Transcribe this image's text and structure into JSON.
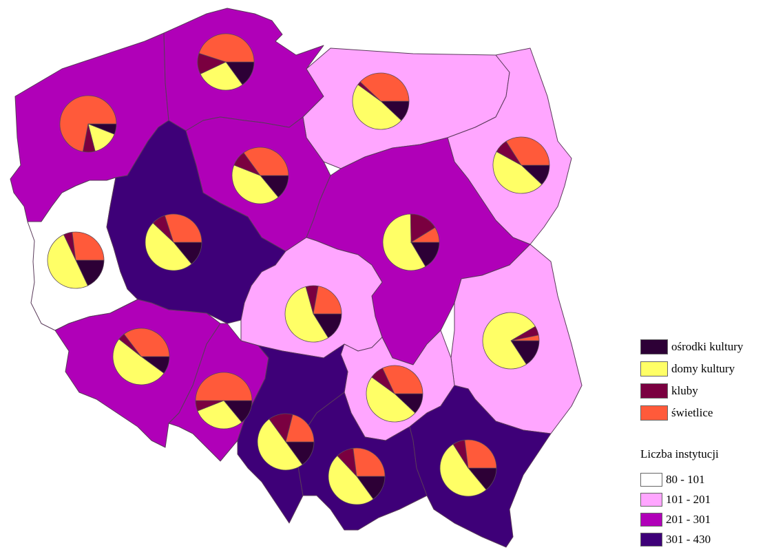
{
  "colors": {
    "osrodki": "#2d0036",
    "domy": "#ffff66",
    "kluby": "#7a0040",
    "swietlice": "#ff5a3a",
    "class_80_101": "#ffffff",
    "class_101_201": "#ffa6ff",
    "class_201_301": "#b000b8",
    "class_301_430": "#3e0078",
    "border": "#5a3a5a"
  },
  "legend": {
    "categories": [
      {
        "label": "ośrodki kultury",
        "color": "#2d0036"
      },
      {
        "label": "domy kultury",
        "color": "#ffff66"
      },
      {
        "label": "kluby",
        "color": "#7a0040"
      },
      {
        "label": "świetlice",
        "color": "#ff5a3a"
      }
    ],
    "title": "Liczba instytucji",
    "classes": [
      {
        "label": "80 - 101",
        "color": "#ffffff"
      },
      {
        "label": "101 - 201",
        "color": "#ffa6ff"
      },
      {
        "label": "201 - 301",
        "color": "#b000b8"
      },
      {
        "label": "301 - 430",
        "color": "#3e0078"
      }
    ]
  },
  "regions": [
    {
      "id": "zachodniopomorskie",
      "class": "201 - 301",
      "color": "#b000b8",
      "pie": [
        0.06,
        0.15,
        0.07,
        0.72
      ],
      "pie_start": 90
    },
    {
      "id": "pomorskie",
      "class": "201 - 301",
      "color": "#b000b8",
      "pie": [
        0.15,
        0.28,
        0.12,
        0.45
      ],
      "pie_start": 90
    },
    {
      "id": "warminsko-mazurskie",
      "class": "101 - 201",
      "color": "#ffa6ff",
      "pie": [
        0.12,
        0.48,
        0.02,
        0.38
      ],
      "pie_start": 90
    },
    {
      "id": "podlaskie",
      "class": "101 - 201",
      "color": "#ffa6ff",
      "pie": [
        0.12,
        0.46,
        0.08,
        0.34
      ],
      "pie_start": 90
    },
    {
      "id": "lubuskie",
      "class": "80 - 101",
      "color": "#ffffff",
      "pie": [
        0.18,
        0.5,
        0.05,
        0.27
      ],
      "pie_start": 90
    },
    {
      "id": "wielkopolskie",
      "class": "301 - 430",
      "color": "#3e0078",
      "pie": [
        0.14,
        0.48,
        0.08,
        0.3
      ],
      "pie_start": 90
    },
    {
      "id": "kujawsko-pomorskie",
      "class": "201 - 301",
      "color": "#b000b8",
      "pie": [
        0.14,
        0.42,
        0.09,
        0.35
      ],
      "pie_start": 90
    },
    {
      "id": "mazowieckie",
      "class": "201 - 301",
      "color": "#b000b8",
      "pie": [
        0.15,
        0.53,
        0.15,
        0.08
      ],
      "pie_start": 90
    },
    {
      "id": "lodzkie",
      "class": "101 - 201",
      "color": "#ffa6ff",
      "pie": [
        0.16,
        0.54,
        0.07,
        0.22
      ],
      "pie_start": 90
    },
    {
      "id": "lubelskie",
      "class": "101 - 201",
      "color": "#ffa6ff",
      "pie": [
        0.15,
        0.72,
        0.05,
        0.03
      ],
      "pie_start": 90
    },
    {
      "id": "dolnoslaskie",
      "class": "201 - 301",
      "color": "#b000b8",
      "pie": [
        0.1,
        0.5,
        0.04,
        0.35
      ],
      "pie_start": 90
    },
    {
      "id": "opolskie",
      "class": "201 - 301",
      "color": "#b000b8",
      "pie": [
        0.14,
        0.3,
        0.06,
        0.5
      ],
      "pie_start": 90
    },
    {
      "id": "swietokrzyskie",
      "class": "101 - 201",
      "color": "#ffa6ff",
      "pie": [
        0.12,
        0.48,
        0.08,
        0.32
      ],
      "pie_start": 90
    },
    {
      "id": "slaskie",
      "class": "301 - 430",
      "color": "#3e0078",
      "pie": [
        0.15,
        0.5,
        0.14,
        0.21
      ],
      "pie_start": 90
    },
    {
      "id": "malopolskie",
      "class": "301 - 430",
      "color": "#3e0078",
      "pie": [
        0.15,
        0.48,
        0.1,
        0.27
      ],
      "pie_start": 90
    },
    {
      "id": "podkarpackie",
      "class": "301 - 430",
      "color": "#3e0078",
      "pie": [
        0.14,
        0.52,
        0.07,
        0.27
      ],
      "pie_start": 90
    }
  ]
}
